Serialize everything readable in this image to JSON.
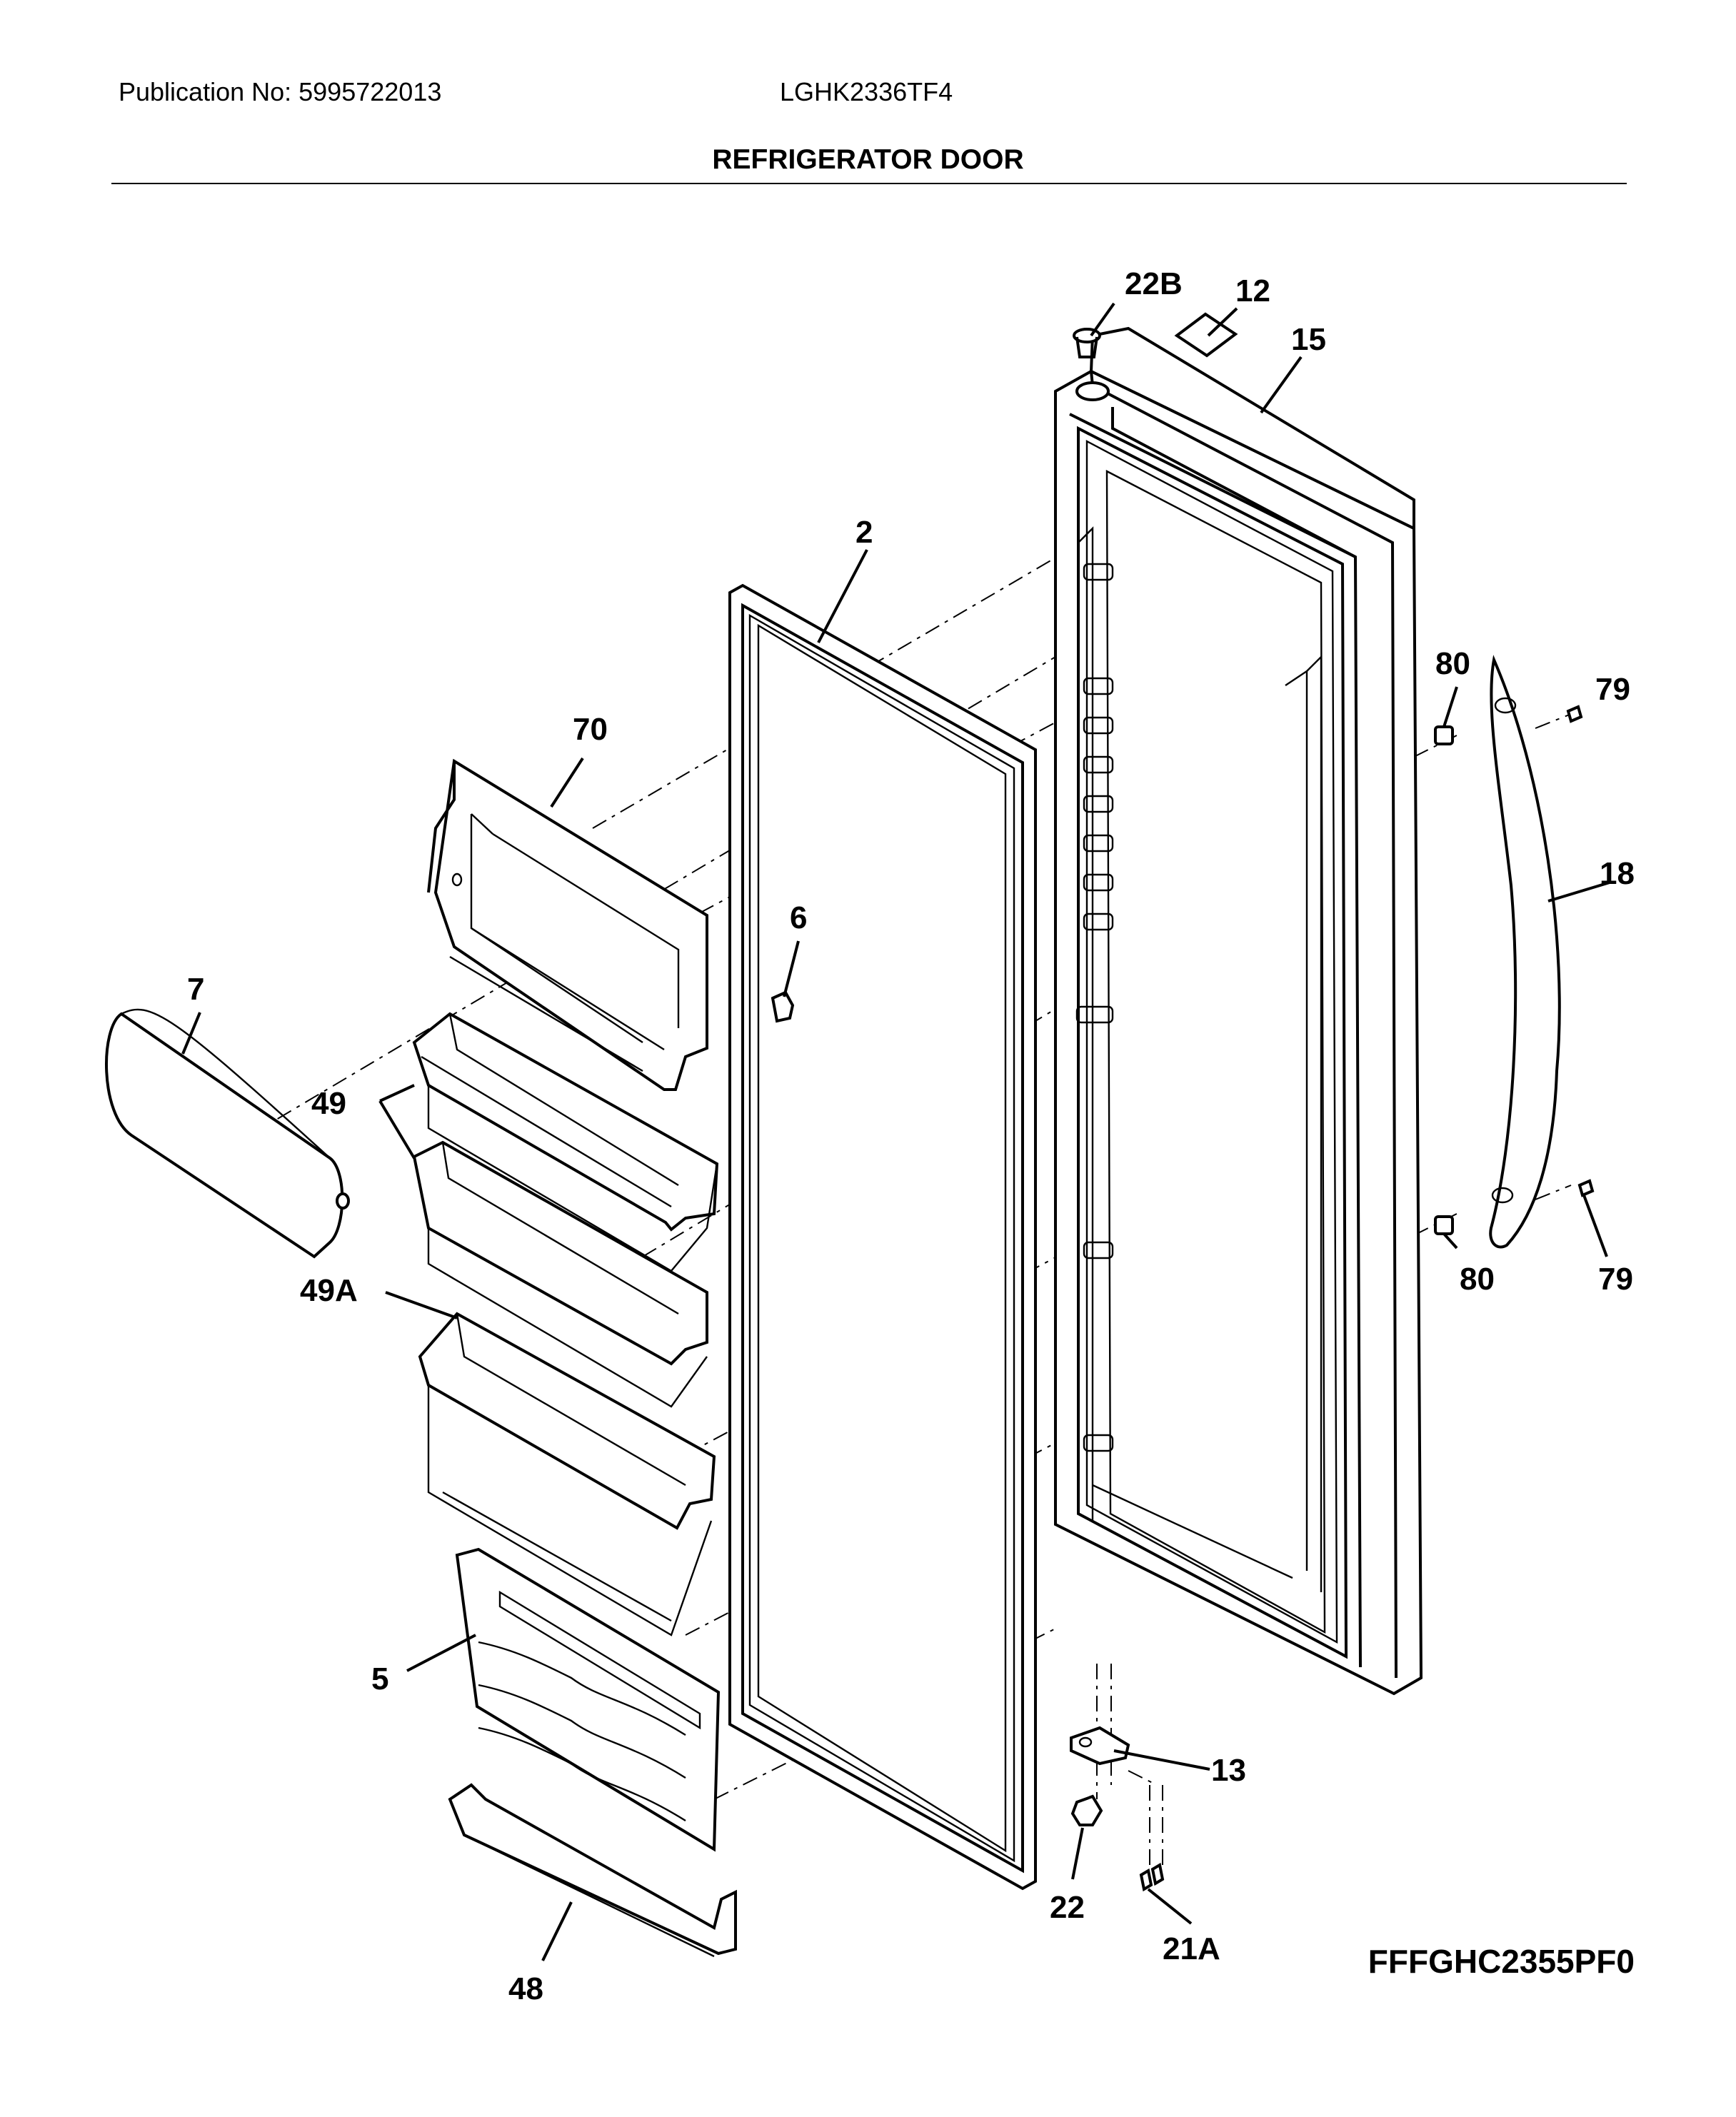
{
  "header": {
    "publication": "Publication No: 5995722013",
    "model": "LGHK2336TF4",
    "section_title": "REFRIGERATOR DOOR"
  },
  "figure_code": "FFFGHC2355PF0",
  "callouts": {
    "c22B": "22B",
    "c12": "12",
    "c15": "15",
    "c2": "2",
    "c80_top": "80",
    "c79_top": "79",
    "c70": "70",
    "c18": "18",
    "c6": "6",
    "c7": "7",
    "c49": "49",
    "c49A": "49A",
    "c80_bottom": "80",
    "c79_bottom": "79",
    "c5": "5",
    "c13": "13",
    "c22": "22",
    "c21A": "21A",
    "c48": "48"
  }
}
